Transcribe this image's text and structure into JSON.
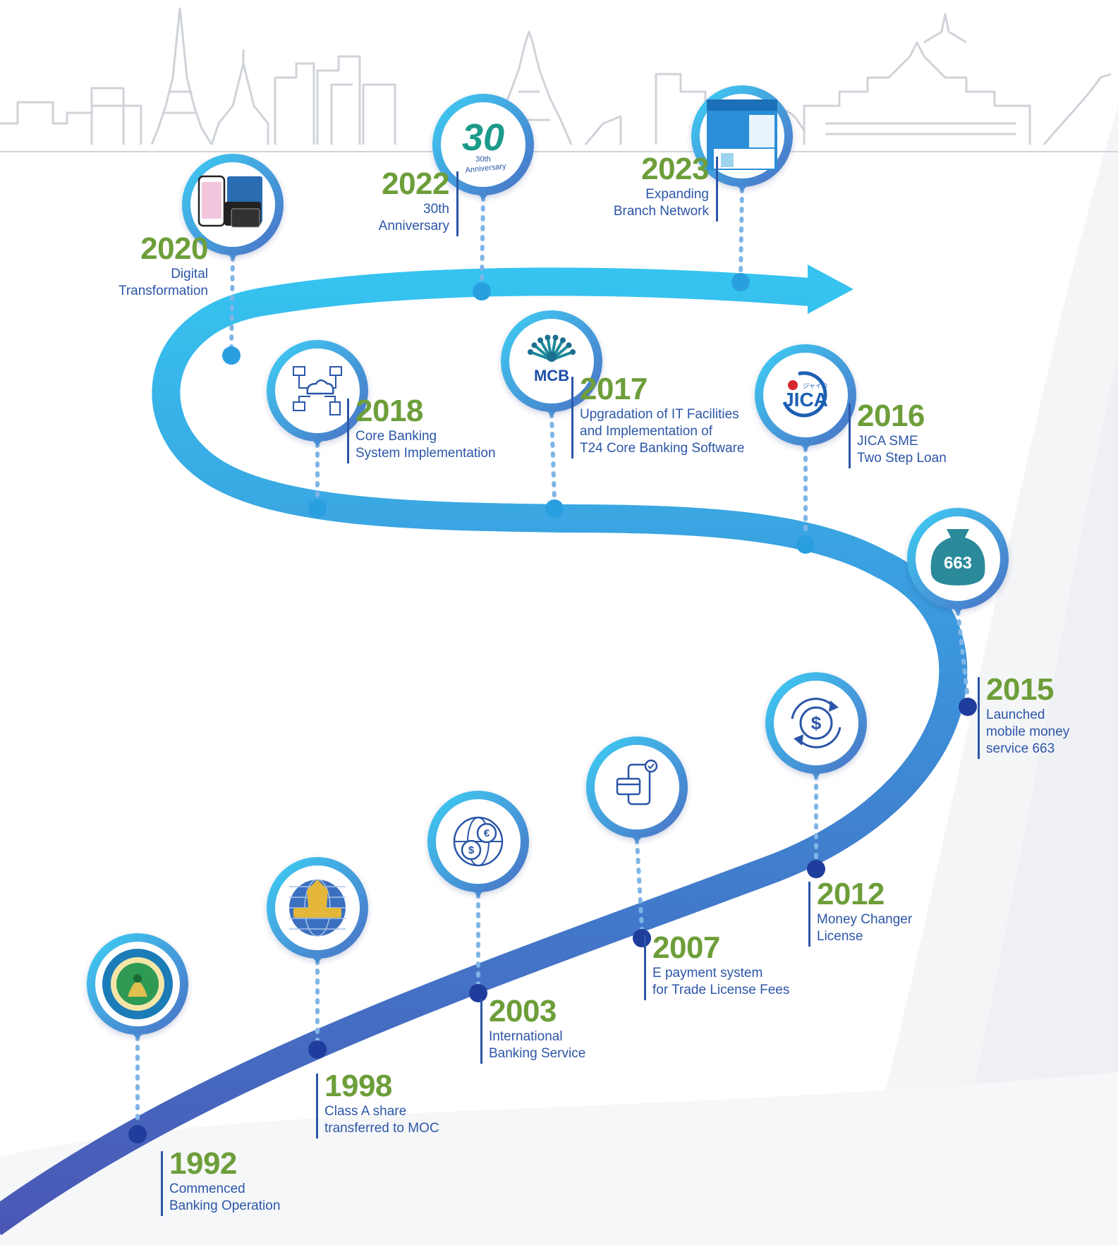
{
  "colors": {
    "year": "#6d9e3a",
    "text": "#2c56a8",
    "bar": "#2c56a8",
    "path_start": "#4a58b5",
    "path_end": "#36c3ef",
    "pin_ring": "#41bdee",
    "skyline": "#cfd3d9",
    "dot_dark": "#1f3d9c",
    "dot_light": "#2a9fe0"
  },
  "milestones": [
    {
      "year": "1992",
      "lines": [
        "Commenced",
        "Banking Operation"
      ],
      "icon": "mcb-seal-icon"
    },
    {
      "year": "1998",
      "lines": [
        "Class A share",
        "transferred to MOC"
      ],
      "icon": "commerce-globe-icon"
    },
    {
      "year": "2003",
      "lines": [
        "International",
        "Banking Service"
      ],
      "icon": "currency-globe-icon"
    },
    {
      "year": "2007",
      "lines": [
        "E payment system",
        "for Trade License Fees"
      ],
      "icon": "mobile-payment-icon"
    },
    {
      "year": "2012",
      "lines": [
        "Money Changer",
        "License"
      ],
      "icon": "currency-exchange-icon"
    },
    {
      "year": "2015",
      "lines": [
        "Launched",
        "mobile money",
        "service 663"
      ],
      "icon": "money-bag-icon",
      "badge": "663"
    },
    {
      "year": "2016",
      "lines": [
        "JICA SME",
        "Two Step Loan"
      ],
      "icon": "jica-logo-icon",
      "badge": "JICA",
      "badge_sub": "ジャイカ"
    },
    {
      "year": "2017",
      "lines": [
        "Upgradation of IT Facilities",
        "and Implementation of",
        "T24 Core Banking Software"
      ],
      "icon": "mcb-peacock-icon",
      "badge": "MCB"
    },
    {
      "year": "2018",
      "lines": [
        "Core Banking",
        "System Implementation"
      ],
      "icon": "cloud-network-icon"
    },
    {
      "year": "2020",
      "lines": [
        "Digital",
        "Transformation"
      ],
      "icon": "digital-banking-icon"
    },
    {
      "year": "2022",
      "lines": [
        "30th",
        "Anniversary"
      ],
      "icon": "anniversary-30-icon",
      "badge": "30",
      "badge_sub": "30th",
      "badge_sub2": "Anniversary"
    },
    {
      "year": "2023",
      "lines": [
        "Expanding",
        "Branch Network"
      ],
      "icon": "branch-kiosk-icon"
    }
  ]
}
